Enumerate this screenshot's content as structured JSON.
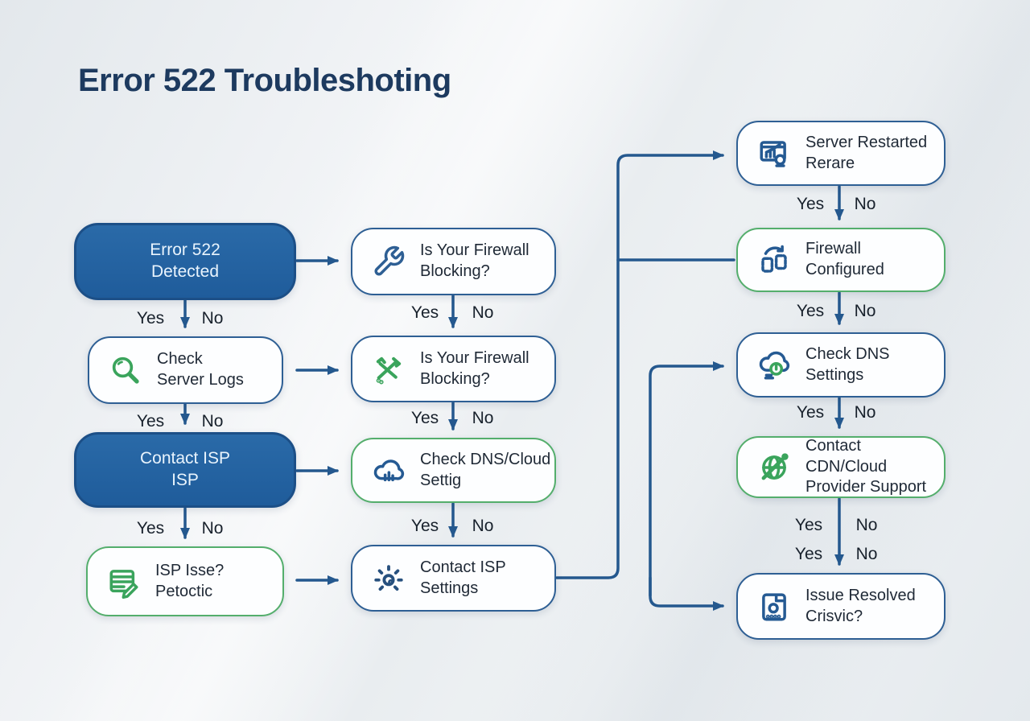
{
  "title": "Error 522 Troubleshoting",
  "labels": {
    "yes": "Yes",
    "no": "No"
  },
  "colors": {
    "accent_blue": "#2262a0",
    "outline_blue": "#2e5f94",
    "outline_green": "#54ae6c",
    "icon_green": "#3aa45c",
    "icon_blue": "#255a93",
    "arrow": "#24588e",
    "title": "#1d3a5f",
    "background": "#e9edf0"
  },
  "nodes": [
    {
      "id": "error-522-detected",
      "label": "Error 522\nDetected",
      "fill": "solid",
      "accent": "blue",
      "icon": null
    },
    {
      "id": "check-server-logs",
      "label": "Check\nServer Logs",
      "fill": "outline",
      "accent": "blue",
      "icon": "magnifier-icon"
    },
    {
      "id": "contact-isp",
      "label": "Contact ISP\nISP",
      "fill": "solid",
      "accent": "blue",
      "icon": null
    },
    {
      "id": "isp-issue",
      "label": "ISP Isse?\nPetoctic",
      "fill": "outline",
      "accent": "green",
      "icon": "list-pen-icon"
    },
    {
      "id": "firewall-blocking-1",
      "label": "Is Your Firewall\nBlocking?",
      "fill": "outline",
      "accent": "blue",
      "icon": "wrench-icon"
    },
    {
      "id": "firewall-blocking-2",
      "label": "Is Your Firewall\nBlocking?",
      "fill": "outline",
      "accent": "blue",
      "icon": "crossed-tools-icon"
    },
    {
      "id": "check-dns-cloud",
      "label": "Check DNS/Cloud\nSettig",
      "fill": "outline",
      "accent": "green",
      "icon": "cloud-bars-icon"
    },
    {
      "id": "contact-isp-settings",
      "label": "Contact ISP\nSettings",
      "fill": "outline",
      "accent": "blue",
      "icon": "gear-burst-icon"
    },
    {
      "id": "server-restarted",
      "label": "Server Restarted\nRerare",
      "fill": "outline",
      "accent": "blue",
      "icon": "analytics-icon"
    },
    {
      "id": "firewall-configured",
      "label": "Firewall\nConfigured",
      "fill": "outline",
      "accent": "green",
      "icon": "sync-devices-icon"
    },
    {
      "id": "check-dns-settings",
      "label": "Check DNS\nSettings",
      "fill": "outline",
      "accent": "blue",
      "icon": "cloud-power-icon"
    },
    {
      "id": "contact-cdn",
      "label": "Contact CDN/Cloud\nProvider Support",
      "fill": "outline",
      "accent": "green",
      "icon": "globe-slash-icon"
    },
    {
      "id": "issue-resolved",
      "label": "Issue Resolved\nCrisvic?",
      "fill": "outline",
      "accent": "blue",
      "icon": "floppy-icon"
    }
  ],
  "edges": [
    {
      "from": "error-522-detected",
      "to": "firewall-blocking-1",
      "type": "arrow-right"
    },
    {
      "from": "error-522-detected",
      "to": "check-server-logs",
      "type": "arrow-down",
      "labels": [
        "Yes",
        "No"
      ]
    },
    {
      "from": "check-server-logs",
      "to": "firewall-blocking-2",
      "type": "arrow-right"
    },
    {
      "from": "check-server-logs",
      "to": "contact-isp",
      "type": "arrow-down",
      "labels": [
        "Yes",
        "No"
      ]
    },
    {
      "from": "contact-isp",
      "to": "check-dns-cloud",
      "type": "arrow-right"
    },
    {
      "from": "contact-isp",
      "to": "isp-issue",
      "type": "arrow-down",
      "labels": [
        "Yes",
        "No"
      ]
    },
    {
      "from": "isp-issue",
      "to": "contact-isp-settings",
      "type": "arrow-right"
    },
    {
      "from": "firewall-blocking-1",
      "to": "firewall-blocking-2",
      "type": "arrow-down",
      "labels": [
        "Yes",
        "No"
      ]
    },
    {
      "from": "firewall-blocking-2",
      "to": "check-dns-cloud",
      "type": "arrow-down",
      "labels": [
        "Yes",
        "No"
      ]
    },
    {
      "from": "check-dns-cloud",
      "to": "contact-isp-settings",
      "type": "arrow-down",
      "labels": [
        "Yes",
        "No"
      ]
    },
    {
      "from": "contact-isp-settings",
      "to": "server-restarted",
      "type": "elbow-arrow"
    },
    {
      "from": "contact-isp-settings",
      "to": "firewall-configured",
      "type": "elbow-line"
    },
    {
      "from": "server-restarted",
      "to": "firewall-configured",
      "type": "arrow-down",
      "labels": [
        "Yes",
        "No"
      ]
    },
    {
      "from": "firewall-configured",
      "to": "check-dns-settings",
      "type": "arrow-down",
      "labels": [
        "Yes",
        "No"
      ]
    },
    {
      "from": "check-dns-settings",
      "to": "contact-cdn",
      "type": "arrow-down",
      "labels": [
        "Yes",
        "No"
      ]
    },
    {
      "from": "contact-cdn",
      "to": "issue-resolved",
      "type": "arrow-down",
      "labels": [
        "Yes",
        "No",
        "Yes",
        "No"
      ]
    },
    {
      "from": "elbow-branch",
      "to": "check-dns-settings",
      "type": "elbow-arrow"
    },
    {
      "from": "elbow-branch",
      "to": "issue-resolved",
      "type": "elbow-arrow"
    }
  ]
}
